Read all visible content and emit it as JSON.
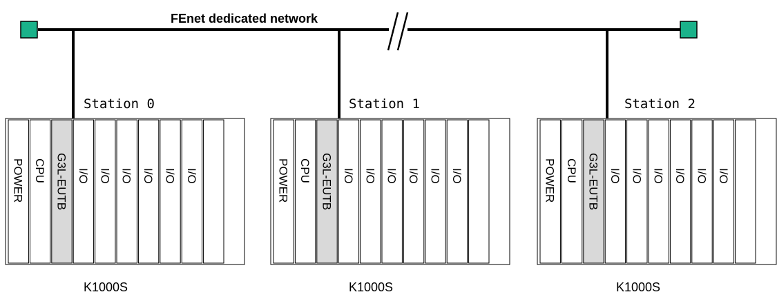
{
  "network": {
    "title": "FEnet dedicated network",
    "colors": {
      "line": "#000000",
      "terminator": "#1ab28a",
      "highlight_slot": "#d9d9d9"
    }
  },
  "stations": [
    {
      "label": "Station 0",
      "model": "K1000S",
      "slots": [
        "POWER",
        "CPU",
        "G3L-EUTB",
        "I/O",
        "I/O",
        "I/O",
        "I/O",
        "I/O",
        "I/O",
        ""
      ]
    },
    {
      "label": "Station 1",
      "model": "K1000S",
      "slots": [
        "POWER",
        "CPU",
        "G3L-EUTB",
        "I/O",
        "I/O",
        "I/O",
        "I/O",
        "I/O",
        "I/O",
        ""
      ]
    },
    {
      "label": "Station 2",
      "model": "K1000S",
      "slots": [
        "POWER",
        "CPU",
        "G3L-EUTB",
        "I/O",
        "I/O",
        "I/O",
        "I/O",
        "I/O",
        "I/O",
        ""
      ]
    }
  ]
}
